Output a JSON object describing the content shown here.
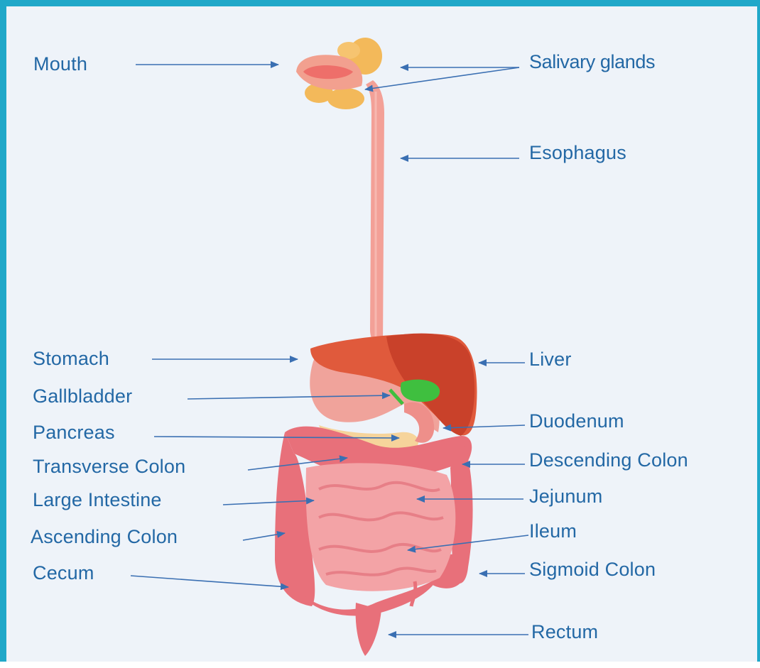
{
  "labels": {
    "mouth": "Mouth",
    "salivary_glands": "Salivary glands",
    "esophagus": "Esophagus",
    "stomach": "Stomach",
    "liver": "Liver",
    "gallbladder": "Gallbladder",
    "duodenum": "Duodenum",
    "pancreas": "Pancreas",
    "transverse_colon": "Transverse Colon",
    "descending_colon": "Descending Colon",
    "large_intestine": "Large Intestine",
    "jejunum": "Jejunum",
    "ascending_colon": "Ascending Colon",
    "ileum": "Ileum",
    "cecum": "Cecum",
    "sigmoid_colon": "Sigmoid Colon",
    "rectum": "Rectum"
  },
  "colors": {
    "frame_border": "#20a8c9",
    "background": "#eef3f9",
    "label_text": "#2368a5",
    "arrow": "#3a6fb2",
    "liver": "#d94a2c",
    "gallbladder": "#3fbf3f",
    "stomach": "#f0a39b",
    "intestine": "#e8707a",
    "small_intestine": "#f3a3a6",
    "salivary": "#f3b95a",
    "pancreas": "#f6d49b"
  }
}
